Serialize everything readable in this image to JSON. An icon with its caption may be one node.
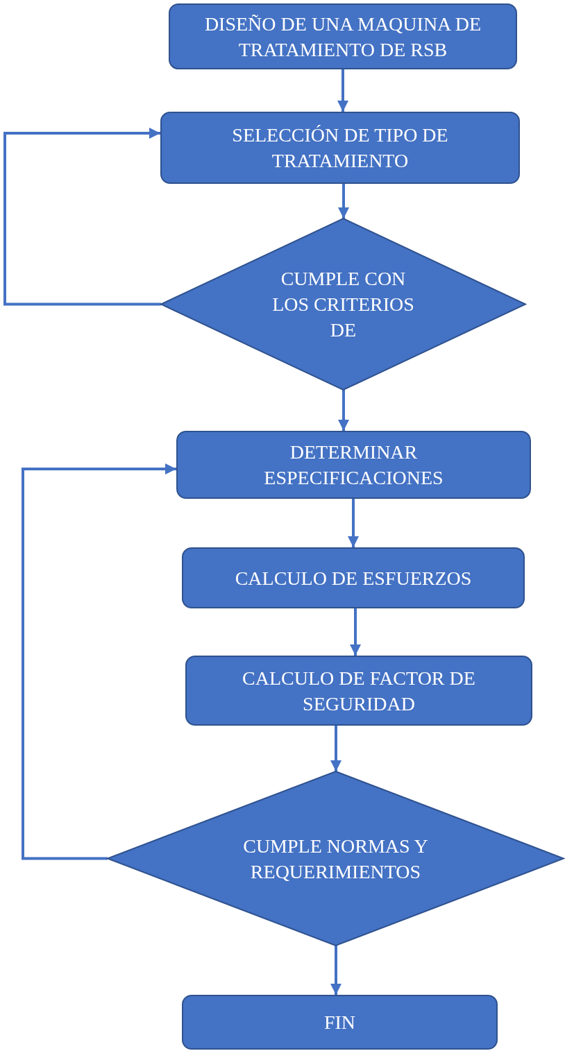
{
  "diagram": {
    "nodes": [
      {
        "text": [
          "DISEÑO DE UNA MAQUINA DE TRATAMIENTO DE RSB"
        ]
      },
      {
        "text": [
          "SELECCIÓN DE TIPO DE TRATAMIENTO"
        ]
      },
      {
        "text": [
          "CUMPLE CON LOS CRITERIOS DE"
        ]
      },
      {
        "text": [
          "DETERMINAR ESPECIFICACIONES"
        ]
      },
      {
        "text": [
          "CALCULO DE ESFUERZOS"
        ]
      },
      {
        "text": [
          "CALCULO DE FACTOR DE SEGURIDAD"
        ]
      },
      {
        "text": [
          "CUMPLE NORMAS Y REQUERIMIENTOS"
        ]
      },
      {
        "text": [
          "FIN"
        ]
      }
    ],
    "edges": [
      {
        "from": 0,
        "to": 1,
        "arrow": "to"
      },
      {
        "from": 1,
        "to": 2,
        "arrow": "to"
      },
      {
        "from": 2,
        "to": 3,
        "arrow": "to"
      },
      {
        "from": 2,
        "to": 1,
        "arrow": "to"
      },
      {
        "from": 3,
        "to": 4,
        "arrow": "to"
      },
      {
        "from": 4,
        "to": 5,
        "arrow": "to"
      },
      {
        "from": 5,
        "to": 6,
        "arrow": "to"
      },
      {
        "from": 6,
        "to": 7,
        "arrow": "to"
      },
      {
        "from": 6,
        "to": 3,
        "arrow": "to"
      }
    ]
  }
}
